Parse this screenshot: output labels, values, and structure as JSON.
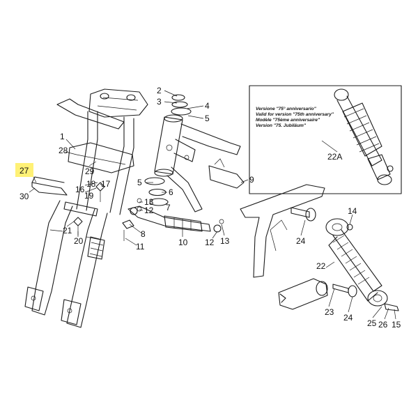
{
  "highlight_color": "#fff176",
  "inset": {
    "lines": [
      "Versione \"75° anniversario\"",
      "Valid for version \"75th anniversary\"",
      "Modèle \"75ème anniversaire\"",
      "Version \"75. Jubiläum\""
    ],
    "part_label": "22A"
  },
  "callouts": {
    "c1": "1",
    "c2": "2",
    "c3": "3",
    "c4": "4",
    "c5a": "5",
    "c5b": "5",
    "c6": "6",
    "c7": "7",
    "c8": "8",
    "c9": "9",
    "c10": "10",
    "c11": "11",
    "c12a": "12",
    "c12b": "12",
    "c13a": "13",
    "c13b": "13",
    "c14": "14",
    "c15": "15",
    "c16": "16",
    "c17": "17",
    "c18": "18",
    "c19": "19",
    "c20": "20",
    "c21": "21",
    "c22": "22",
    "c23": "23",
    "c24a": "24",
    "c24b": "24",
    "c25": "25",
    "c26": "26",
    "c27": "27",
    "c28": "28",
    "c29": "29",
    "c30": "30"
  }
}
